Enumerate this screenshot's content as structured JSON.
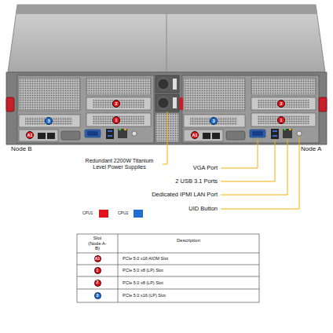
{
  "diagram": {
    "labels": [
      "3",
      "A1",
      "2",
      "1",
      "3",
      "A1",
      "2",
      "1",
      "Node B",
      "Node A",
      "Redundant 2200W Titanium Level Power Supplies",
      "VGA Port",
      "2 USB 3.1 Ports",
      "Dedicated IPMI LAN Port",
      "UID Button",
      "Slot (Node A-B)",
      "Description",
      "A1",
      "PCIe 5.0 x16 AIOM Slot",
      "1",
      "PCIe 5.0 x8 (LP) Slot",
      "2",
      "PCIe 5.0 x8 (LP) Slot",
      "3",
      "PCIe 5.0 x16 (LP) Slot"
    ],
    "legend": [
      {
        "text": "CPU1",
        "color": "#e3141b"
      },
      {
        "text": "CPU2",
        "color": "#1f6fd1"
      }
    ]
  }
}
